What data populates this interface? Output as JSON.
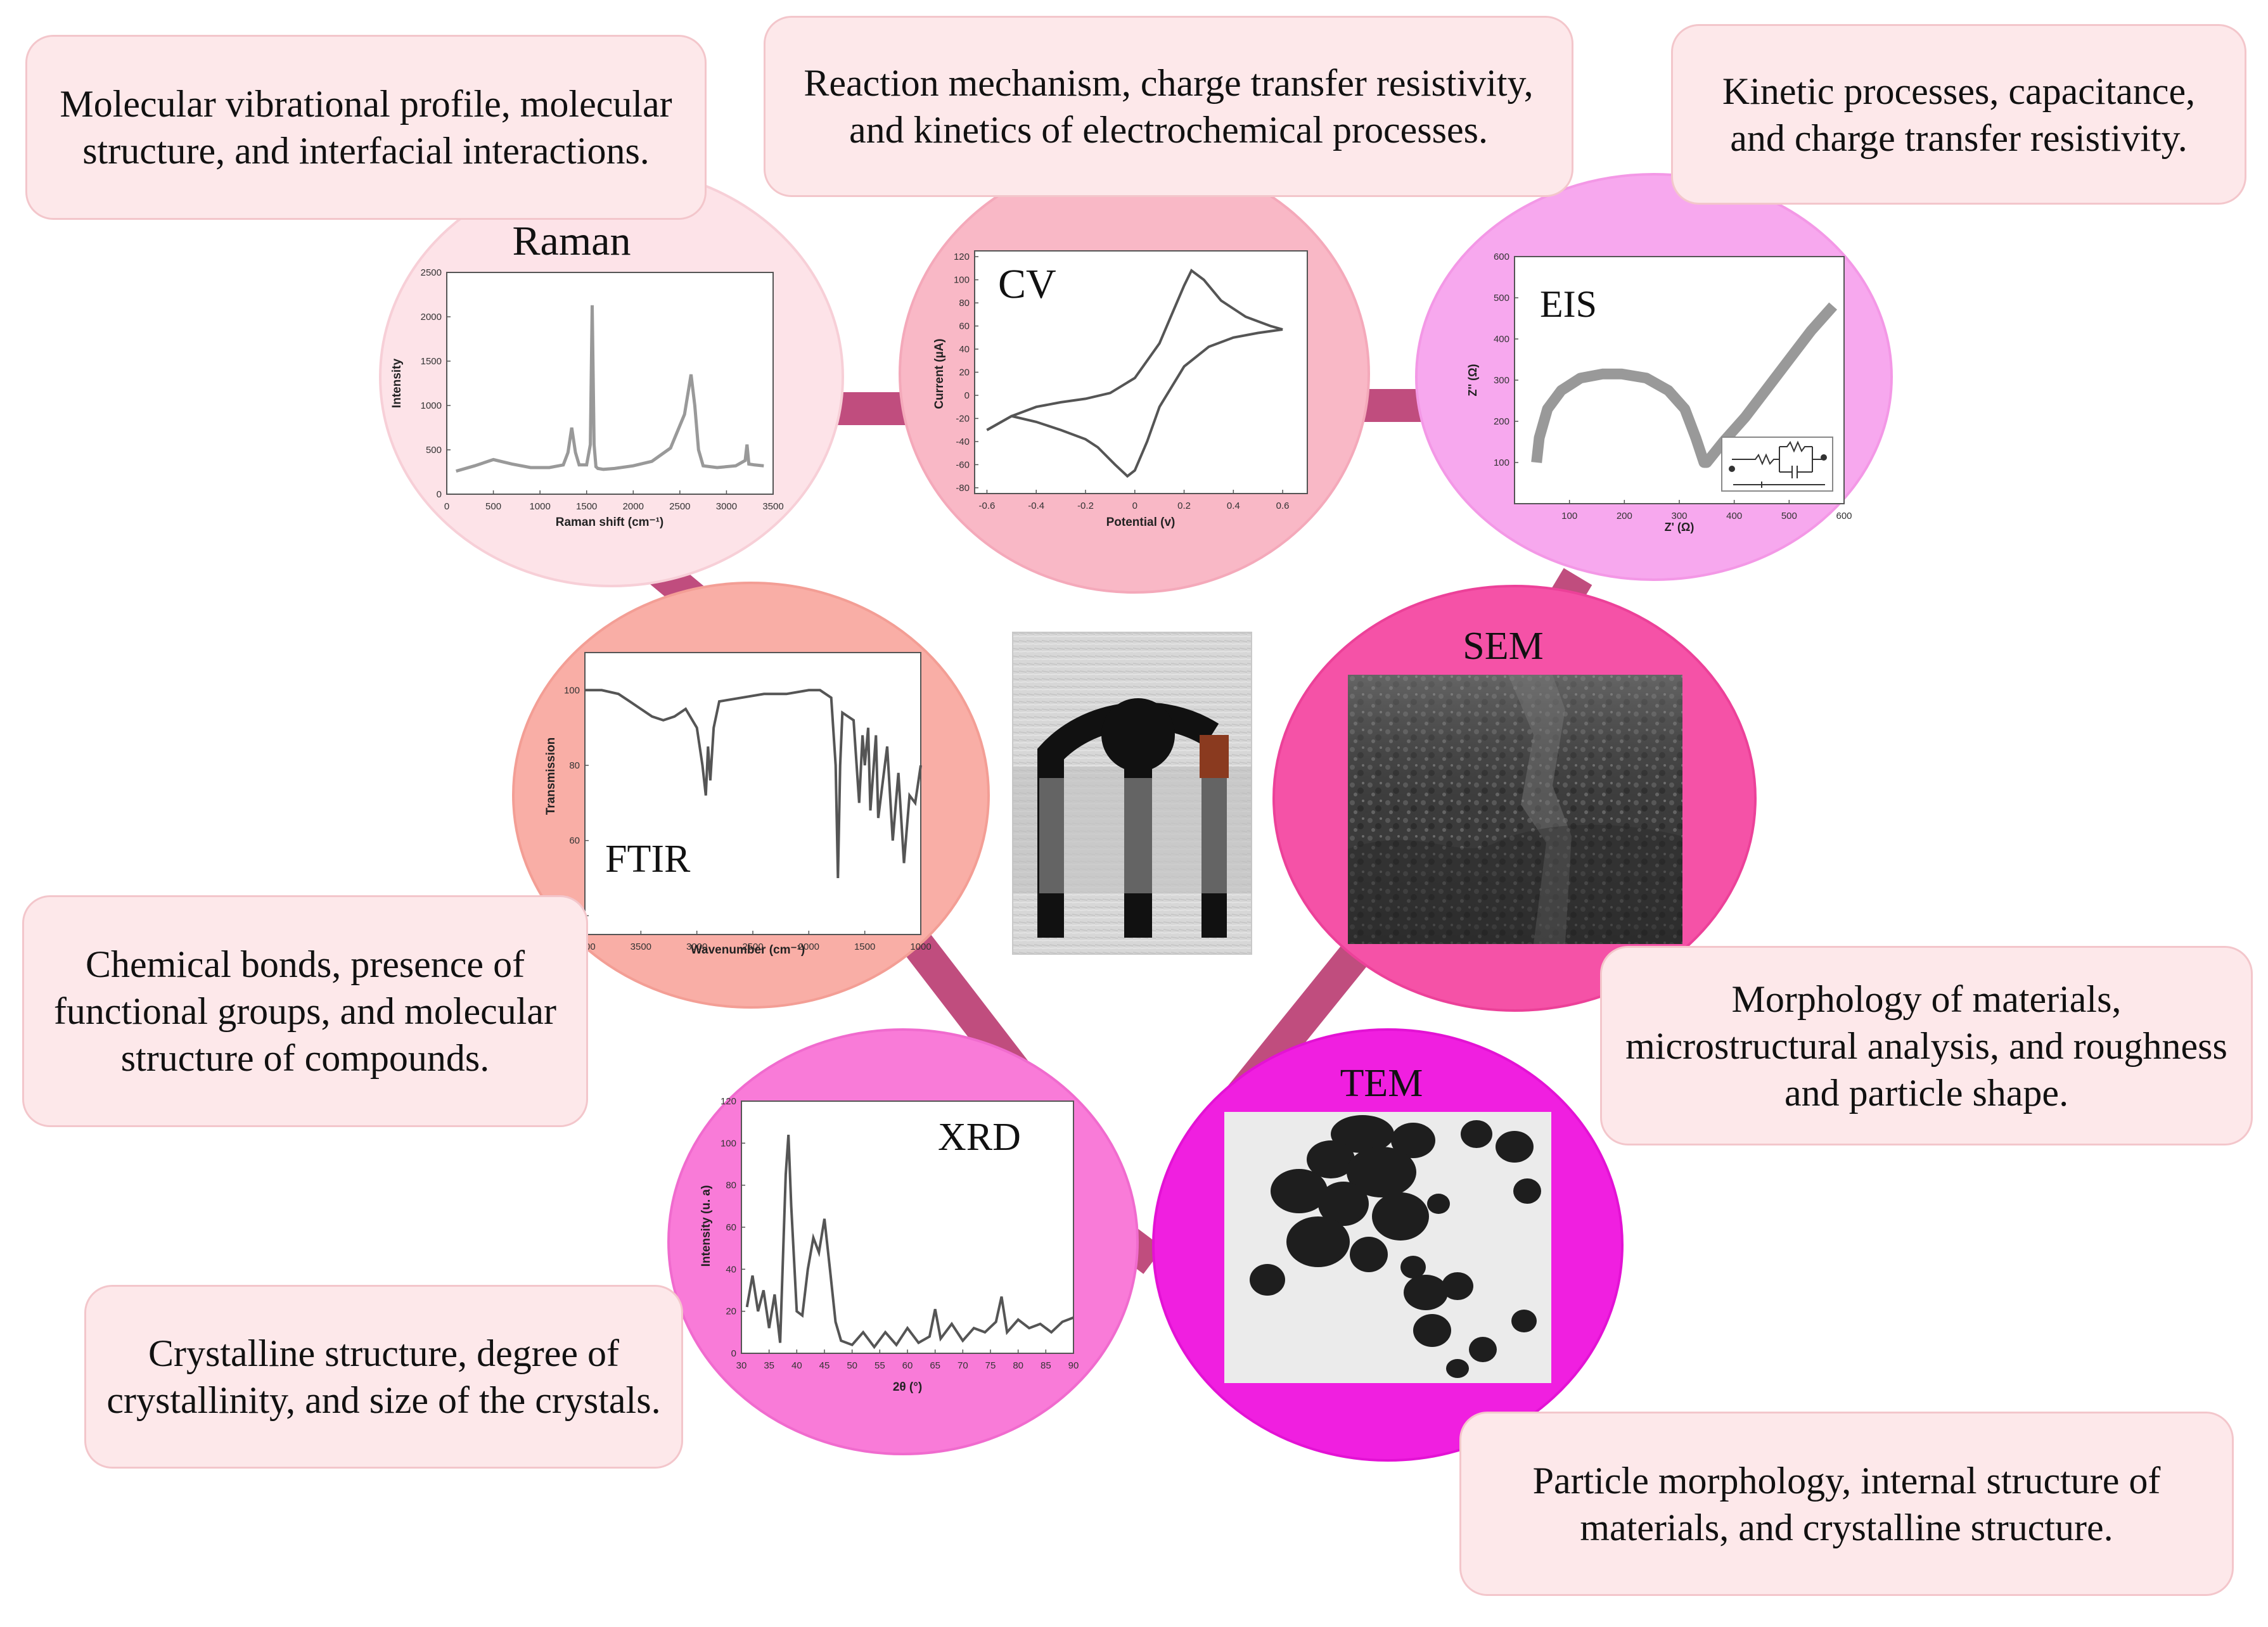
{
  "boxes": {
    "raman": "Molecular vibrational profile, molecular structure, and interfacial interactions.",
    "cv": "Reaction mechanism, charge transfer resistivity, and kinetics of electrochemical processes.",
    "eis": "Kinetic processes, capacitance, and charge transfer resistivity.",
    "ftir": "Chemical bonds, presence of functional groups, and molecular structure of compounds.",
    "sem": "Morphology of materials, microstructural analysis, and roughness and particle shape.",
    "xrd": "Crystalline structure, degree of crystallinity, and size of the crystals.",
    "tem": "Particle morphology, internal structure of materials, and crystalline structure."
  },
  "techniques": {
    "raman": "Raman",
    "cv": "CV",
    "eis": "EIS",
    "ftir": "FTIR",
    "sem": "SEM",
    "xrd": "XRD",
    "tem": "TEM"
  },
  "chart_data": [
    {
      "id": "raman",
      "type": "line",
      "xlabel": "Raman shift (cm⁻¹)",
      "ylabel": "Intensity",
      "xlim": [
        0,
        3500
      ],
      "ylim": [
        0,
        2500
      ],
      "xticks": [
        0,
        500,
        1000,
        1500,
        2000,
        2500,
        3000,
        3500
      ],
      "yticks": [
        0,
        500,
        1000,
        1500,
        2000,
        2500
      ],
      "x": [
        100,
        300,
        500,
        700,
        900,
        1100,
        1250,
        1300,
        1340,
        1380,
        1420,
        1500,
        1540,
        1560,
        1580,
        1600,
        1620,
        1680,
        1800,
        2000,
        2200,
        2400,
        2550,
        2620,
        2660,
        2700,
        2750,
        2900,
        3100,
        3200,
        3220,
        3240,
        3300,
        3400
      ],
      "y": [
        260,
        320,
        390,
        340,
        300,
        300,
        330,
        470,
        750,
        470,
        330,
        330,
        560,
        2130,
        560,
        310,
        290,
        280,
        290,
        320,
        370,
        520,
        900,
        1350,
        1000,
        500,
        320,
        300,
        320,
        380,
        560,
        340,
        330,
        320
      ]
    },
    {
      "id": "cv",
      "type": "line",
      "xlabel": "Potential (v)",
      "ylabel": "Current (µA)",
      "xlim": [
        -0.65,
        0.7
      ],
      "ylim": [
        -85,
        125
      ],
      "xticks": [
        -0.6,
        -0.4,
        -0.2,
        0.0,
        0.2,
        0.4,
        0.6
      ],
      "yticks": [
        -80,
        -60,
        -40,
        -20,
        0,
        20,
        40,
        60,
        80,
        100,
        120
      ],
      "forward_x": [
        -0.6,
        -0.5,
        -0.4,
        -0.3,
        -0.2,
        -0.1,
        0.0,
        0.1,
        0.15,
        0.2,
        0.23,
        0.28,
        0.35,
        0.45,
        0.55,
        0.6
      ],
      "forward_y": [
        -30,
        -18,
        -10,
        -6,
        -3,
        2,
        15,
        45,
        70,
        95,
        108,
        100,
        82,
        68,
        60,
        57
      ],
      "reverse_x": [
        0.6,
        0.5,
        0.4,
        0.3,
        0.2,
        0.1,
        0.05,
        0.0,
        -0.03,
        -0.08,
        -0.15,
        -0.2,
        -0.3,
        -0.4,
        -0.5,
        -0.6
      ],
      "reverse_y": [
        57,
        54,
        50,
        42,
        25,
        -10,
        -40,
        -65,
        -70,
        -60,
        -45,
        -38,
        -30,
        -23,
        -18,
        -30
      ]
    },
    {
      "id": "eis",
      "type": "line",
      "xlabel": "Z' (Ω)",
      "ylabel": "Z'' (Ω)",
      "xlim": [
        0,
        600
      ],
      "ylim": [
        0,
        600
      ],
      "xticks": [
        100,
        200,
        300,
        400,
        500,
        600
      ],
      "yticks": [
        100,
        200,
        300,
        400,
        500,
        600
      ],
      "x": [
        40,
        45,
        60,
        85,
        120,
        160,
        195,
        240,
        280,
        310,
        330,
        345,
        350,
        380,
        420,
        460,
        500,
        540,
        580
      ],
      "y": [
        100,
        160,
        230,
        275,
        305,
        315,
        315,
        305,
        275,
        230,
        160,
        100,
        100,
        150,
        210,
        280,
        350,
        420,
        480
      ]
    },
    {
      "id": "ftir",
      "type": "line",
      "xlabel": "Wavenumber (cm⁻¹)",
      "ylabel": "Transmission",
      "xlim": [
        4000,
        1000
      ],
      "ylim": [
        35,
        110
      ],
      "xticks": [
        4000,
        3500,
        3000,
        2500,
        2000,
        1500,
        1000
      ],
      "yticks": [
        40,
        60,
        80,
        100
      ],
      "x": [
        4000,
        3850,
        3700,
        3600,
        3500,
        3400,
        3300,
        3200,
        3100,
        3000,
        2950,
        2920,
        2900,
        2880,
        2850,
        2800,
        2600,
        2400,
        2200,
        2000,
        1900,
        1800,
        1760,
        1740,
        1720,
        1700,
        1650,
        1600,
        1550,
        1520,
        1500,
        1470,
        1450,
        1400,
        1380,
        1300,
        1250,
        1200,
        1150,
        1100,
        1050,
        1000
      ],
      "y": [
        100,
        100,
        99,
        97,
        95,
        93,
        92,
        93,
        95,
        90,
        80,
        72,
        85,
        76,
        90,
        97,
        98,
        99,
        99,
        100,
        100,
        98,
        80,
        50,
        80,
        94,
        93,
        92,
        70,
        88,
        80,
        90,
        68,
        88,
        66,
        85,
        60,
        78,
        54,
        72,
        70,
        80
      ]
    },
    {
      "id": "xrd",
      "type": "line",
      "xlabel": "2θ (°)",
      "ylabel": "Intensity (u. a)",
      "xlim": [
        30,
        90
      ],
      "ylim": [
        0,
        120
      ],
      "xticks": [
        30,
        35,
        40,
        45,
        50,
        55,
        60,
        65,
        70,
        75,
        80,
        85,
        90
      ],
      "yticks": [
        0,
        20,
        40,
        60,
        80,
        100,
        120
      ],
      "x": [
        31,
        32,
        33,
        34,
        35,
        36,
        37,
        38,
        38.5,
        39,
        40,
        41,
        42,
        43,
        44,
        45,
        46,
        47,
        48,
        50,
        52,
        54,
        56,
        58,
        60,
        62,
        64,
        65,
        66,
        68,
        70,
        72,
        74,
        76,
        77,
        78,
        80,
        82,
        84,
        86,
        88,
        90
      ],
      "y": [
        22,
        37,
        20,
        30,
        12,
        28,
        5,
        85,
        104,
        70,
        20,
        18,
        40,
        55,
        48,
        64,
        40,
        15,
        6,
        4,
        10,
        3,
        10,
        4,
        12,
        5,
        8,
        21,
        7,
        14,
        6,
        12,
        10,
        15,
        27,
        10,
        16,
        12,
        14,
        10,
        15,
        17
      ]
    }
  ]
}
